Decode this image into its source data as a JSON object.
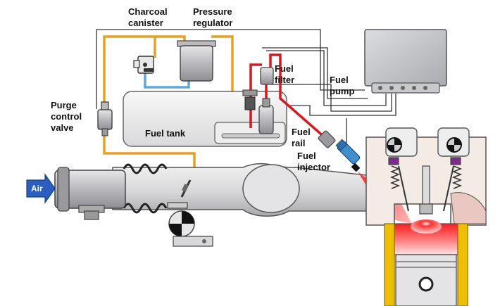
{
  "labels": {
    "charcoal_canister": [
      "Charcoal",
      "canister"
    ],
    "pressure_regulator": [
      "Pressure",
      "regulator"
    ],
    "fuel_filter": [
      "Fuel",
      "filter"
    ],
    "fuel_pump": [
      "Fuel",
      "pump"
    ],
    "purge_control_valve": [
      "Purge",
      "control",
      "valve"
    ],
    "fuel_tank": "Fuel tank",
    "fuel_rail": [
      "Fuel",
      "rail"
    ],
    "fuel_injector": [
      "Fuel",
      "injector"
    ],
    "air": "Air"
  },
  "colors": {
    "fuel_line": "#d8181e",
    "vapor_line": "#e8a020",
    "canister_line": "#5aa9d8",
    "wire": "#333333",
    "component": "#cfcfd2",
    "piston": "#f0c000",
    "combustion": "#ff2020",
    "air_arrow": "#2a5fc0"
  }
}
